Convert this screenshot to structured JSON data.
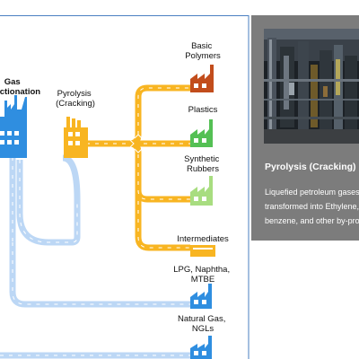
{
  "nodes": {
    "gas_fractionation": [
      "Gas",
      "Fractionation"
    ],
    "pyrolysis": [
      "Pyrolysis",
      "(Cracking)"
    ],
    "basic_polymers": [
      "Basic",
      "Polymers"
    ],
    "plastics": [
      "Plastics"
    ],
    "synthetic_rubbers": [
      "Synthetic",
      "Rubbers"
    ],
    "intermediates": [
      "Intermediates"
    ],
    "lpg": [
      "LPG, Naphtha,",
      "MTBE"
    ],
    "natural_gas": [
      "Natural Gas,",
      "NGLs"
    ]
  },
  "info": {
    "title": "Pyrolysis (Cracking)",
    "description": [
      "Liquefied petroleum gases",
      "transformed into Ethylene,",
      "benzene, and other by-products"
    ]
  },
  "colors": {
    "yellow_pipe": "#f8b522",
    "blue_pipe": "#bcd7f5",
    "basic_polymers": "#c24d1c",
    "plastics": "#54c054",
    "synthetic_rubbers": "#a8dd80",
    "intermediates": "#f8b522",
    "blue_factory": "#2f8ee0",
    "panel": "#7c7c7c"
  }
}
